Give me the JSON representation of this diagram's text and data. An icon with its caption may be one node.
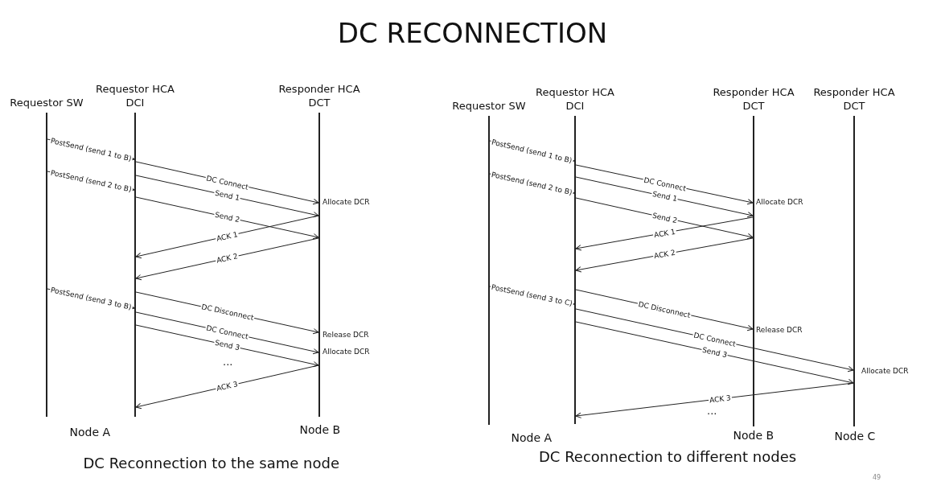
{
  "diagram": {
    "title": "DC RECONNECTION",
    "nodes": [
      {
        "text": [
          "Requestor SW"
        ]
      },
      {
        "text": [
          "Requestor HCA DCI"
        ]
      },
      {
        "text": [
          "Responder HCA DCT"
        ]
      },
      {
        "text": [
          "Requestor SW"
        ]
      },
      {
        "text": [
          "Requestor HCA DCI"
        ]
      },
      {
        "text": [
          "Responder HCA DCT"
        ]
      },
      {
        "text": [
          "Responder HCA DCT"
        ]
      }
    ],
    "edges": [
      {
        "from": 0,
        "to": 1,
        "arrow": "to",
        "label": "PostSend (send 1 to B)"
      },
      {
        "from": 0,
        "to": 1,
        "arrow": "to",
        "label": "PostSend (send 2 to B)"
      },
      {
        "from": 1,
        "to": 2,
        "arrow": "to",
        "label": "DC Connect"
      },
      {
        "from": 1,
        "to": 2,
        "arrow": "to",
        "label": "Send 1"
      },
      {
        "from": 1,
        "to": 2,
        "arrow": "to",
        "label": "Send 2"
      },
      {
        "from": 2,
        "to": 1,
        "arrow": "to",
        "label": "ACK 1"
      },
      {
        "from": 2,
        "to": 1,
        "arrow": "to",
        "label": "ACK 2"
      },
      {
        "from": 0,
        "to": 1,
        "arrow": "to",
        "label": "PostSend (send 3 to B)"
      },
      {
        "from": 1,
        "to": 2,
        "arrow": "to",
        "label": "DC Disconnect"
      },
      {
        "from": 1,
        "to": 2,
        "arrow": "to",
        "label": "DC Connect"
      },
      {
        "from": 1,
        "to": 2,
        "arrow": "to",
        "label": "Send 3"
      },
      {
        "from": 2,
        "to": 1,
        "arrow": "to",
        "label": "ACK 3"
      },
      {
        "from": 3,
        "to": 4,
        "arrow": "to",
        "label": "PostSend (send 1 to B)"
      },
      {
        "from": 3,
        "to": 4,
        "arrow": "to",
        "label": "PostSend (send 2 to B)"
      },
      {
        "from": 4,
        "to": 5,
        "arrow": "to",
        "label": "DC Connect"
      },
      {
        "from": 4,
        "to": 5,
        "arrow": "to",
        "label": "Send 1"
      },
      {
        "from": 4,
        "to": 5,
        "arrow": "to",
        "label": "Send 2"
      },
      {
        "from": 5,
        "to": 4,
        "arrow": "to",
        "label": "ACK 1"
      },
      {
        "from": 5,
        "to": 4,
        "arrow": "to",
        "label": "ACK 2"
      },
      {
        "from": 3,
        "to": 4,
        "arrow": "to",
        "label": "PostSend (send 3 to C)"
      },
      {
        "from": 4,
        "to": 5,
        "arrow": "to",
        "label": "DC Disconnect"
      },
      {
        "from": 4,
        "to": 6,
        "arrow": "to",
        "label": "DC Connect"
      },
      {
        "from": 4,
        "to": 6,
        "arrow": "to",
        "label": "Send 3"
      },
      {
        "from": 6,
        "to": 4,
        "arrow": "to",
        "label": "ACK 3"
      }
    ],
    "labels": [
      "Allocate DCR",
      "Release DCR",
      "Allocate DCR",
      "...",
      "Node A",
      "Node B",
      "DC Reconnection to the same node",
      "Allocate DCR",
      "Release DCR",
      "Allocate DCR",
      "...",
      "Node A",
      "Node B",
      "Node C",
      "DC Reconnection to different nodes",
      "49"
    ]
  }
}
